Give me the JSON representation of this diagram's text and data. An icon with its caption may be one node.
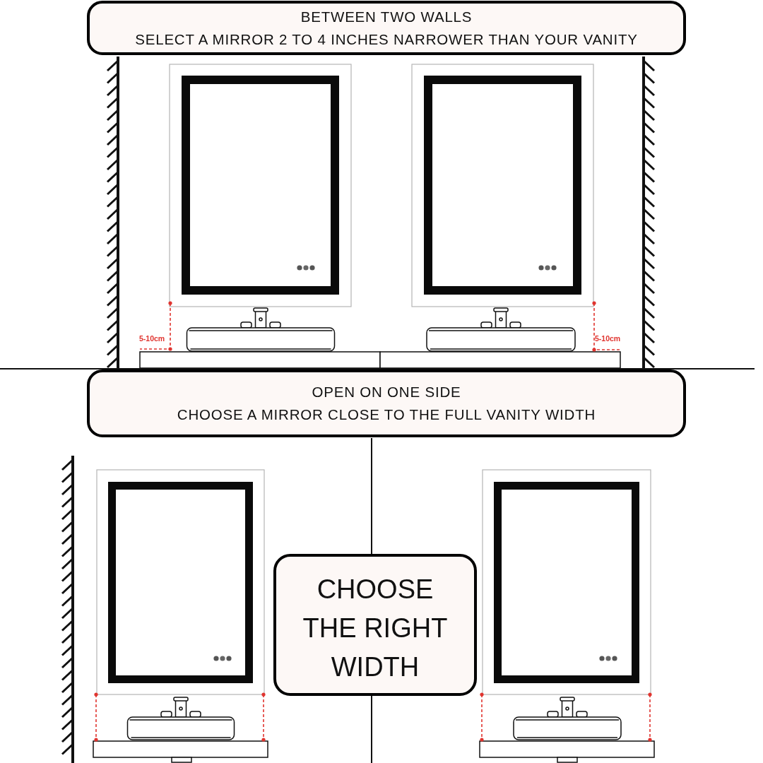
{
  "diagram": {
    "nodes": [
      {
        "text": [
          "BETWEEN TWO WALLS",
          "SELECT A MIRROR 2 TO 4 INCHES NARROWER THAN YOUR VANITY"
        ]
      },
      {
        "text": [
          "OPEN ON ONE SIDE",
          "CHOOSE A MIRROR CLOSE TO THE FULL VANITY WIDTH"
        ]
      },
      {
        "text": [
          "CHOOSE THE RIGHT WIDTH"
        ]
      }
    ],
    "labels": [
      "5-10cm",
      "5-10cm"
    ]
  }
}
